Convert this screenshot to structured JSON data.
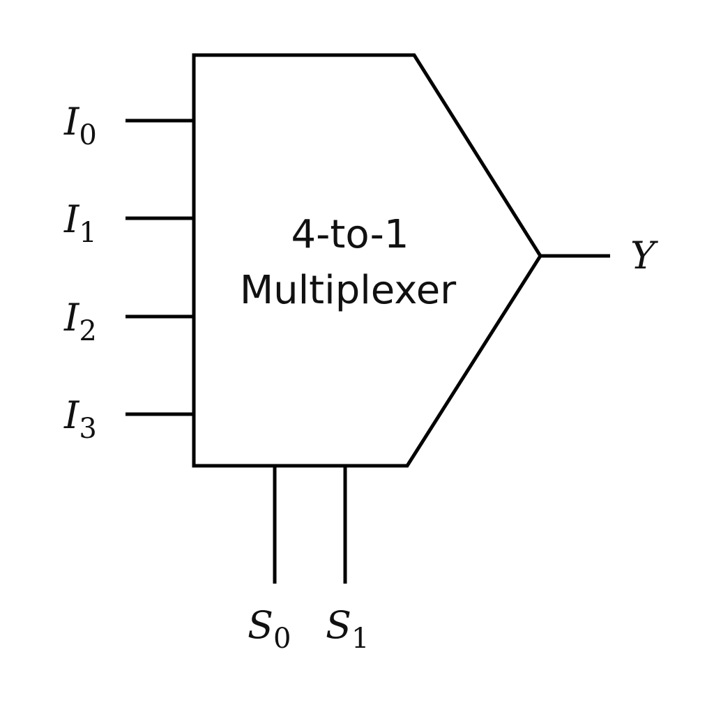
{
  "diagram": {
    "title_line1": "4-to-1",
    "title_line2": "Multiplexer",
    "inputs": [
      {
        "symbol": "I",
        "subscript": "0"
      },
      {
        "symbol": "I",
        "subscript": "1"
      },
      {
        "symbol": "I",
        "subscript": "2"
      },
      {
        "symbol": "I",
        "subscript": "3"
      }
    ],
    "selects": [
      {
        "symbol": "S",
        "subscript": "0"
      },
      {
        "symbol": "S",
        "subscript": "1"
      }
    ],
    "output": {
      "symbol": "Y"
    }
  }
}
